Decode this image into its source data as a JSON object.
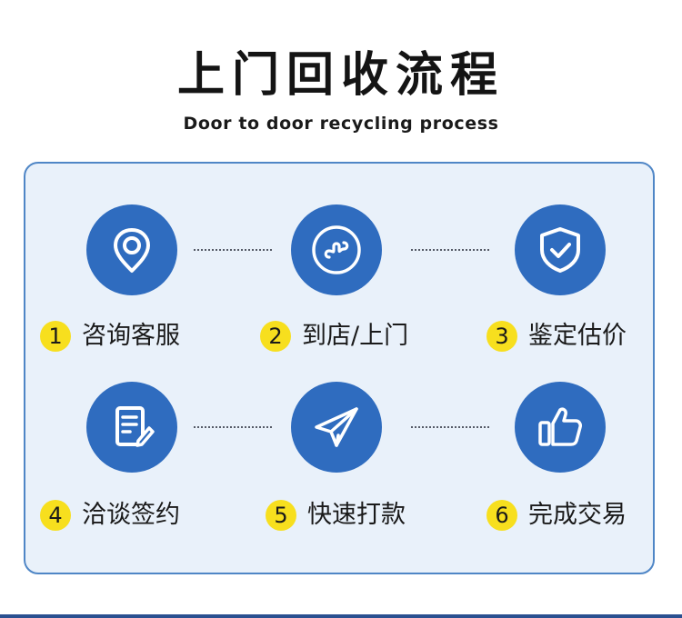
{
  "header": {
    "title": "上门回收流程",
    "subtitle": "Door to door recycling process"
  },
  "steps": [
    {
      "number": "1",
      "label": "咨询客服",
      "icon": "location-pin-icon"
    },
    {
      "number": "2",
      "label": "到店/上门",
      "icon": "mini-program-icon"
    },
    {
      "number": "3",
      "label": "鉴定估价",
      "icon": "shield-check-icon"
    },
    {
      "number": "4",
      "label": "洽谈签约",
      "icon": "document-edit-icon"
    },
    {
      "number": "5",
      "label": "快速打款",
      "icon": "paper-plane-icon"
    },
    {
      "number": "6",
      "label": "完成交易",
      "icon": "thumbs-up-icon"
    }
  ],
  "colors": {
    "accent_blue": "#2f6cbf",
    "panel_background": "#e9f1fa",
    "panel_border": "#4f86c6",
    "number_badge": "#f7df1e"
  }
}
